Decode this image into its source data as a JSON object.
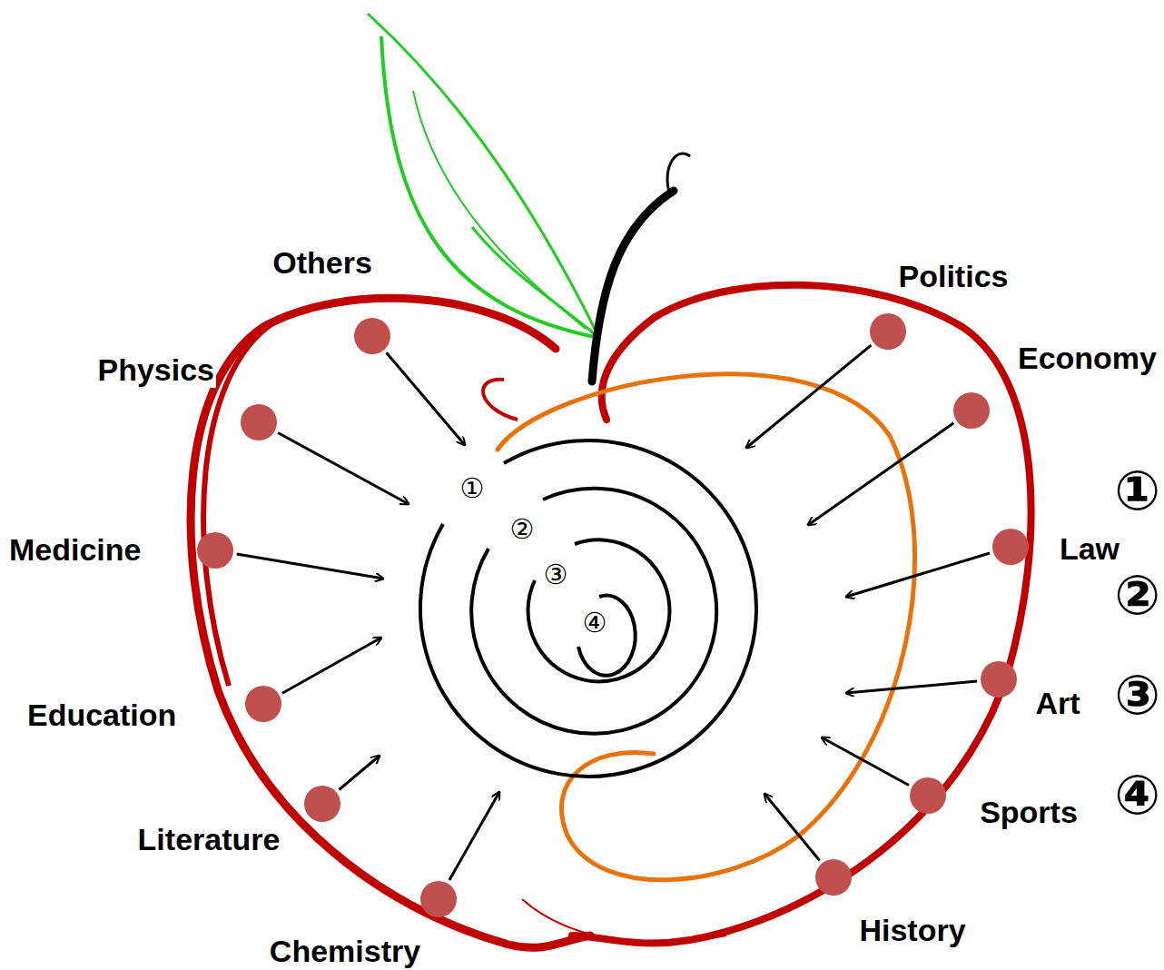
{
  "diagram": {
    "nodes": [
      {
        "text": [
          "Others"
        ]
      },
      {
        "text": [
          "Physics"
        ]
      },
      {
        "text": [
          "Medicine"
        ]
      },
      {
        "text": [
          "Education"
        ]
      },
      {
        "text": [
          "Literature"
        ]
      },
      {
        "text": [
          "Chemistry"
        ]
      },
      {
        "text": [
          "Politics"
        ]
      },
      {
        "text": [
          "Economy"
        ]
      },
      {
        "text": [
          "Law"
        ]
      },
      {
        "text": [
          "Art"
        ]
      },
      {
        "text": [
          "Sports"
        ]
      },
      {
        "text": [
          "History"
        ]
      },
      {
        "text": [
          "①",
          "②",
          "③",
          "④"
        ]
      }
    ],
    "edges": [
      {
        "from": 0,
        "to": 12,
        "arrow": "to"
      },
      {
        "from": 1,
        "to": 12,
        "arrow": "to"
      },
      {
        "from": 2,
        "to": 12,
        "arrow": "to"
      },
      {
        "from": 3,
        "to": 12,
        "arrow": "to"
      },
      {
        "from": 4,
        "to": 12,
        "arrow": "to"
      },
      {
        "from": 5,
        "to": 12,
        "arrow": "to"
      },
      {
        "from": 6,
        "to": 12,
        "arrow": "to"
      },
      {
        "from": 7,
        "to": 12,
        "arrow": "to"
      },
      {
        "from": 8,
        "to": 12,
        "arrow": "to"
      },
      {
        "from": 9,
        "to": 12,
        "arrow": "to"
      },
      {
        "from": 10,
        "to": 12,
        "arrow": "to"
      },
      {
        "from": 11,
        "to": 12,
        "arrow": "to"
      }
    ],
    "labels": [
      "①",
      "②",
      "③",
      "④"
    ]
  }
}
